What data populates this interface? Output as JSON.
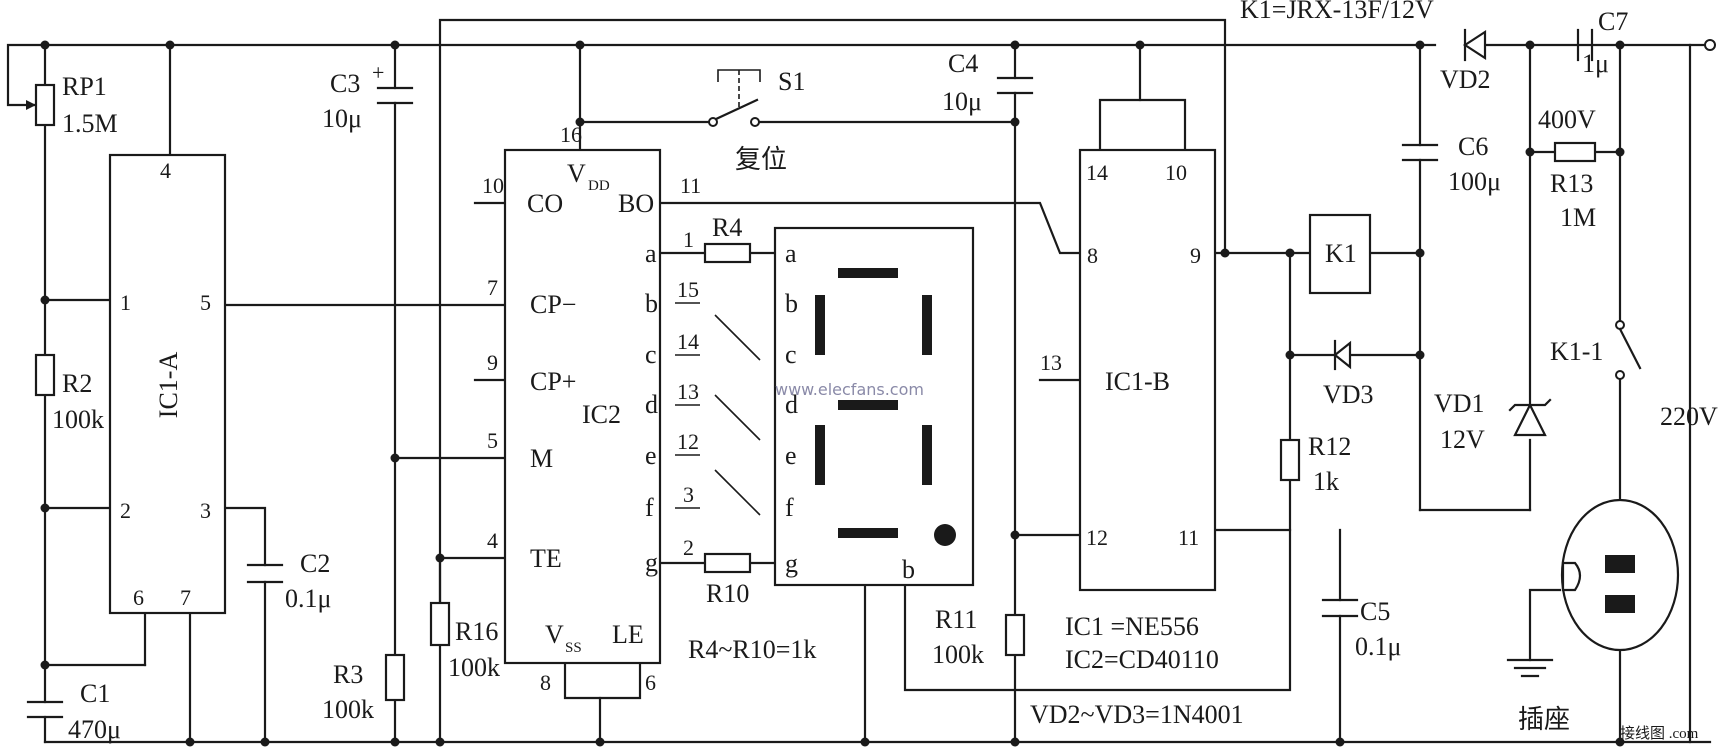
{
  "labels": {
    "k1_spec": "K1=JRX-13F/12V",
    "rp1": "RP1",
    "rp1_val": "1.5M",
    "r2": "R2",
    "r2_val": "100k",
    "c1": "C1",
    "c1_val": "470μ",
    "c2": "C2",
    "c2_val": "0.1μ",
    "c3": "C3",
    "c3_val": "10μ",
    "c3_plus": "+",
    "r3": "R3",
    "r3_val": "100k",
    "r16": "R16",
    "r16_val": "100k",
    "s1": "S1",
    "reset": "复位",
    "c4": "C4",
    "c4_val": "10μ",
    "r4": "R4",
    "r10": "R10",
    "r4_r10": "R4~R10=1k",
    "r11": "R11",
    "r11_val": "100k",
    "ic1_note": "IC1 =NE556",
    "ic2_note": "IC2=CD40110",
    "vd_note": "VD2~VD3=1N4001",
    "k1": "K1",
    "vd3": "VD3",
    "r12": "R12",
    "r12_val": "1k",
    "c5": "C5",
    "c5_val": "0.1μ",
    "vd2": "VD2",
    "c6": "C6",
    "c6_val": "100μ",
    "c7": "C7",
    "c7_val": "1μ",
    "c7_v": "400V",
    "r13": "R13",
    "r13_val": "1M",
    "k1_1": "K1-1",
    "vd1": "VD1",
    "vd1_val": "12V",
    "v220": "220V",
    "socket": "插座",
    "watermark": "www.elecfans.com",
    "corner_mark": "接线图 .com"
  },
  "ic1a": {
    "name": "IC1-A",
    "pin4": "4",
    "pin1": "1",
    "pin2": "2",
    "pin5": "5",
    "pin3": "3",
    "pin6": "6",
    "pin7": "7"
  },
  "ic2": {
    "name": "IC2",
    "vdd": "V",
    "vdd_sub": "DD",
    "vss": "V",
    "vss_sub": "SS",
    "pin16": "16",
    "pin10": "10",
    "pin11": "11",
    "pin7": "7",
    "pin9": "9",
    "pin5": "5",
    "pin4": "4",
    "pin8": "8",
    "pin6": "6",
    "co": "CO",
    "bo": "BO",
    "cpm": "CP−",
    "cpp": "CP+",
    "m": "M",
    "te": "TE",
    "le": "LE",
    "seg_pins": [
      {
        "seg": "a",
        "num": "1"
      },
      {
        "seg": "b",
        "num": "15"
      },
      {
        "seg": "c",
        "num": "14"
      },
      {
        "seg": "d",
        "num": "13"
      },
      {
        "seg": "e",
        "num": "12"
      },
      {
        "seg": "f",
        "num": "3"
      },
      {
        "seg": "g",
        "num": "2"
      }
    ]
  },
  "display": {
    "inputs": [
      "a",
      "b",
      "c",
      "d",
      "e",
      "f",
      "g"
    ],
    "bottom_label": "b"
  },
  "ic1b": {
    "name": "IC1-B",
    "pin14": "14",
    "pin10": "10",
    "pin8": "8",
    "pin9": "9",
    "pin13": "13",
    "pin12": "12",
    "pin11": "11"
  }
}
